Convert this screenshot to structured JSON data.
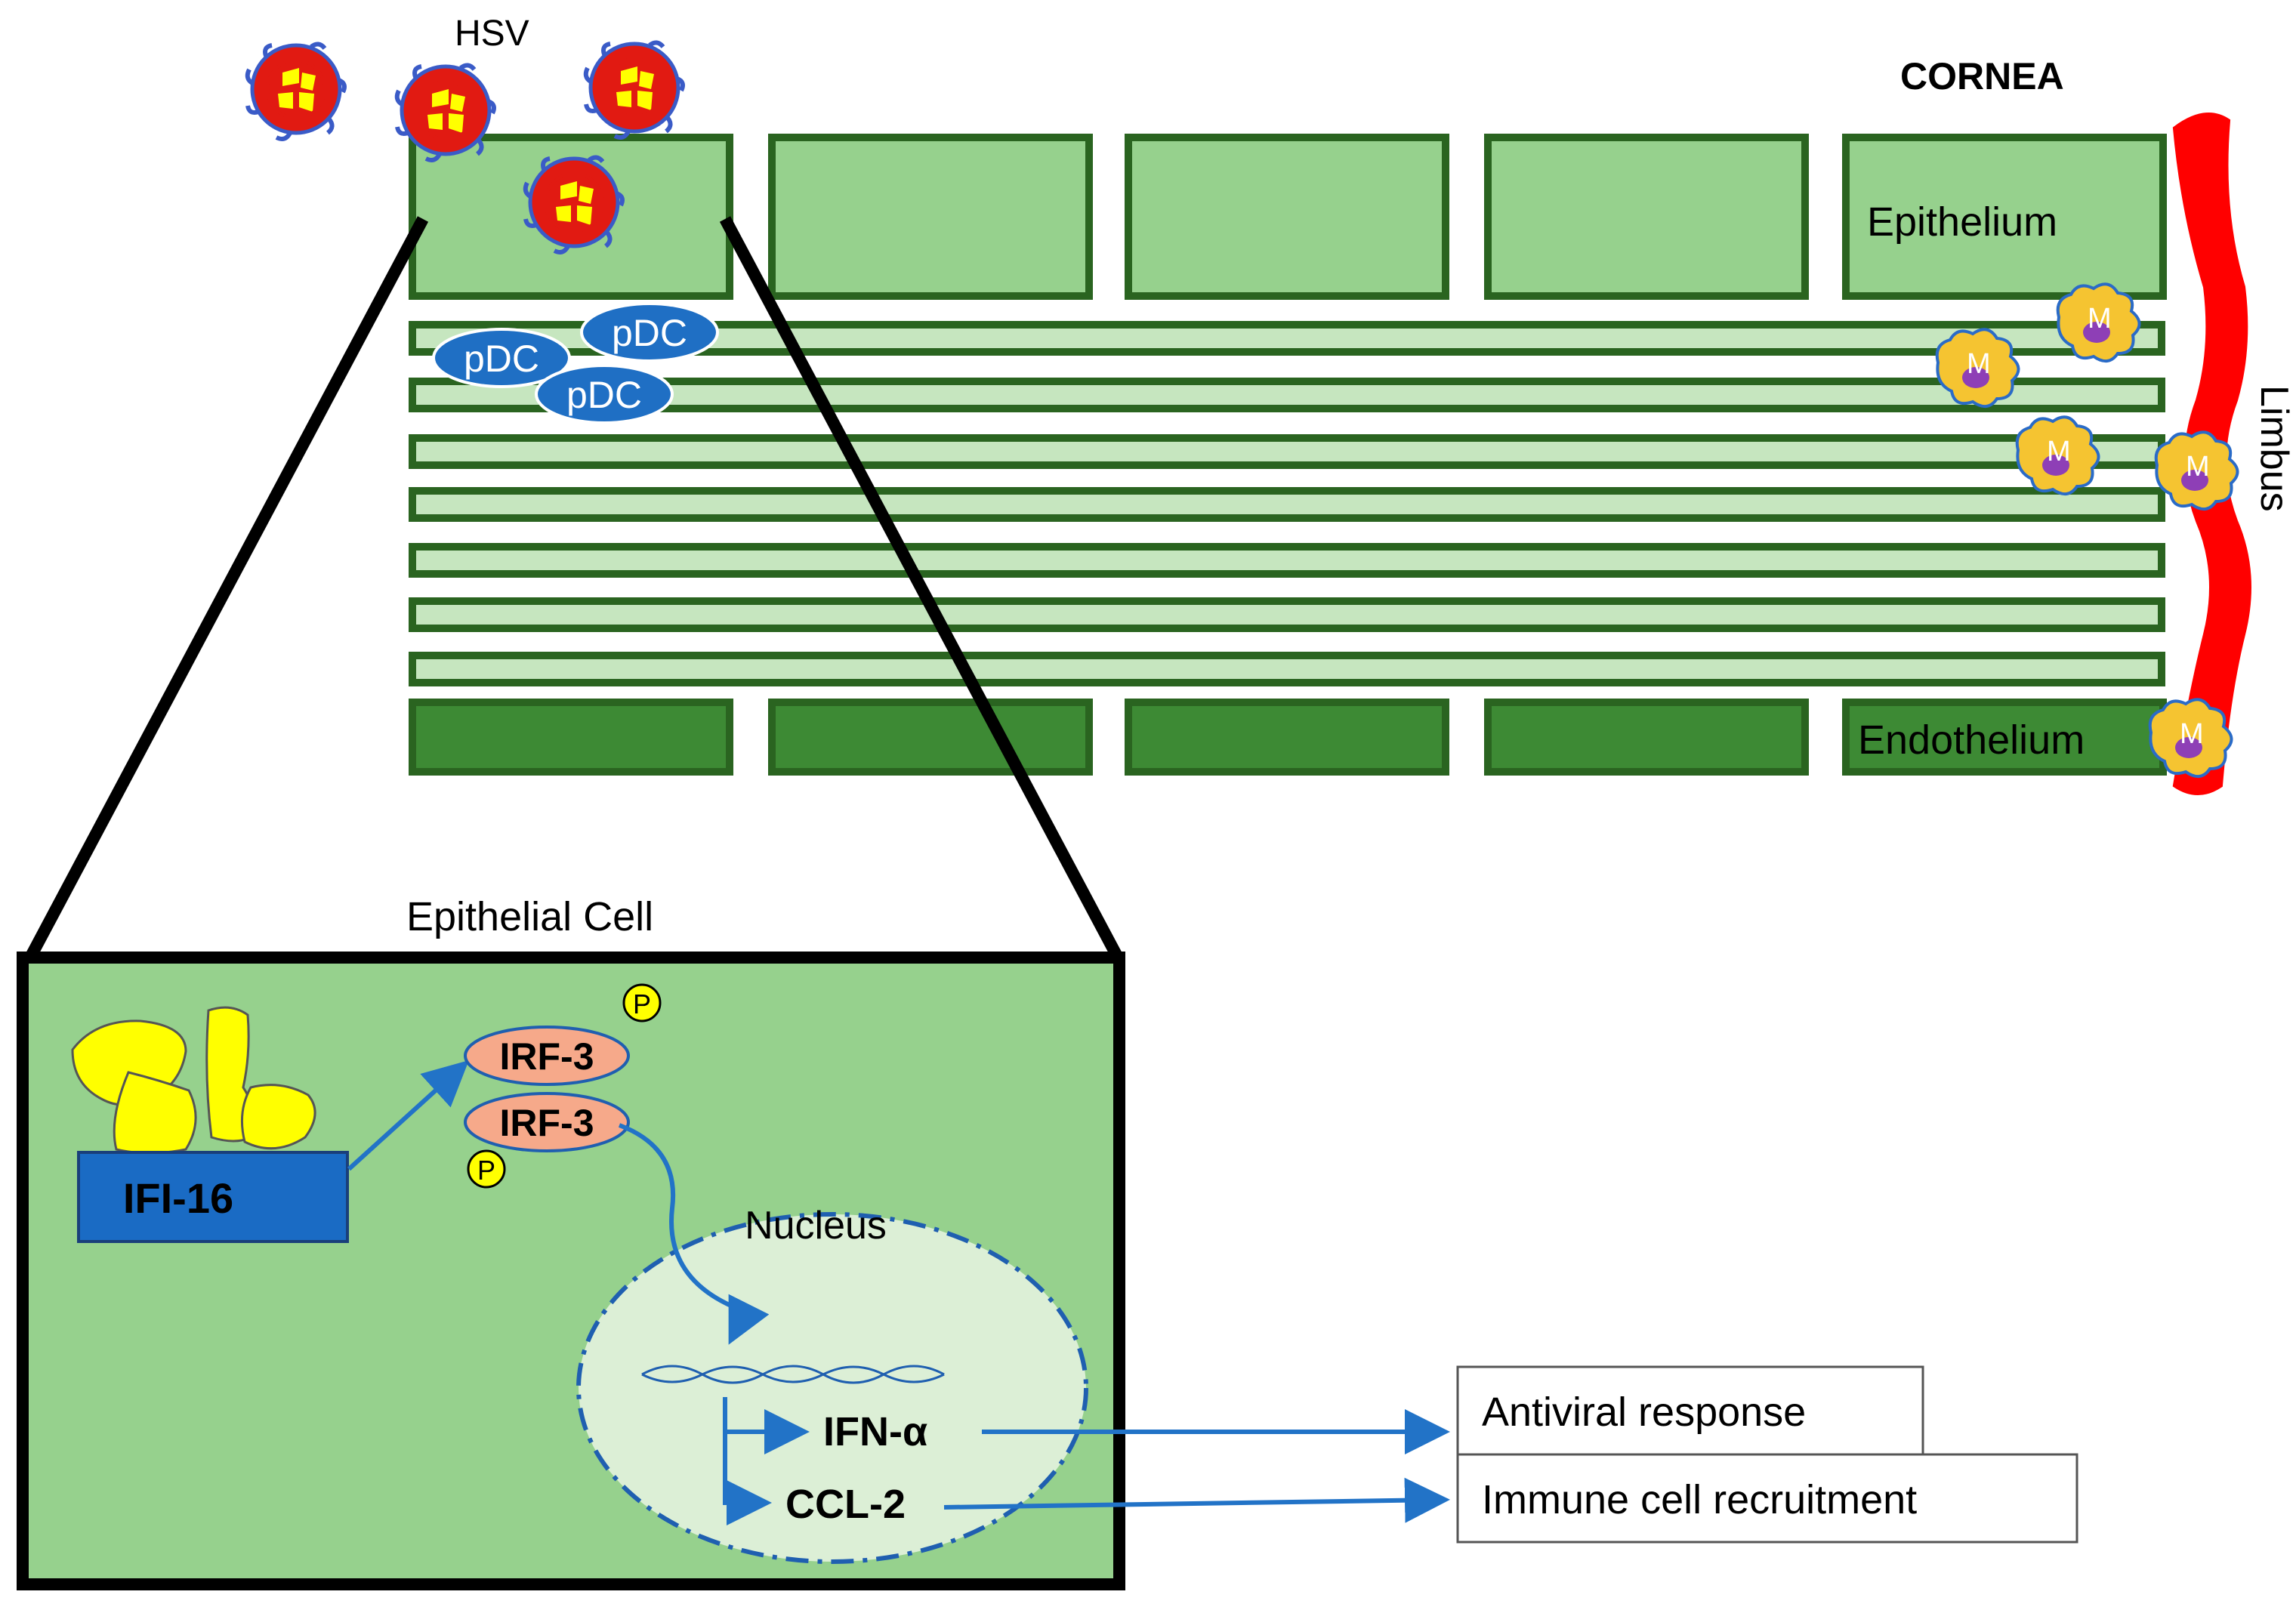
{
  "labels": {
    "hsv": "HSV",
    "cornea": "CORNEA",
    "epithelium": "Epithelium",
    "endothelium": "Endothelium",
    "limbus": "Limbus",
    "epithelial_cell": "Epithelial Cell",
    "nucleus": "Nucleus",
    "pdc": "pDC",
    "macrophage": "M",
    "irf3_top": "IRF-3",
    "irf3_bottom": "IRF-3",
    "phospho": "P",
    "ifi16": "IFI-16",
    "ifn_alpha": "IFN-α",
    "ccl2": "CCL-2",
    "antiviral_response": "Antiviral response",
    "immune_recruitment": "Immune cell recruitment"
  },
  "colors": {
    "epithelium_fill": "#96d18d",
    "stroma_fill": "#c6e6bf",
    "endothelium_fill": "#3d8a34",
    "cell_border": "#2a6420",
    "limbus_red": "#ff0000",
    "virus_red": "#e11a12",
    "virus_border": "#3a5bc7",
    "virus_core": "#ffff00",
    "pdc_blue": "#1f6fc4",
    "macrophage_yellow": "#f5c431",
    "macrophage_nucleus": "#8e3fb6",
    "zoom_fill": "#96d18d",
    "nucleus_fill": "#dcefd6",
    "irf3_fill": "#f6a98a",
    "ifi16_fill": "#1a6bc4",
    "arrow_blue": "#2273c7"
  }
}
